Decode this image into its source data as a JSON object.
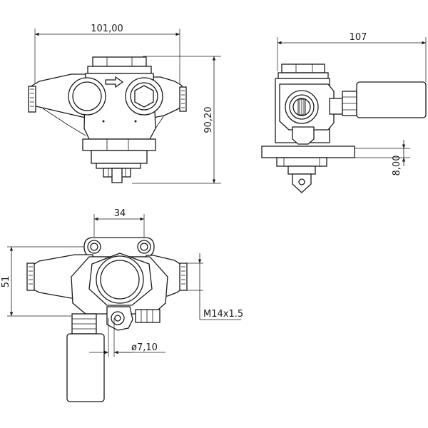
{
  "dimensions": {
    "width_front": "101,00",
    "height_front": "90,20",
    "width_side": "107",
    "offset_side": "8,00",
    "center_distance": "34",
    "height_top": "51",
    "thread": "M14x1.5",
    "hole_diameter": "ø7,10"
  },
  "colors": {
    "line": "#1a1a1a",
    "background": "#ffffff"
  }
}
